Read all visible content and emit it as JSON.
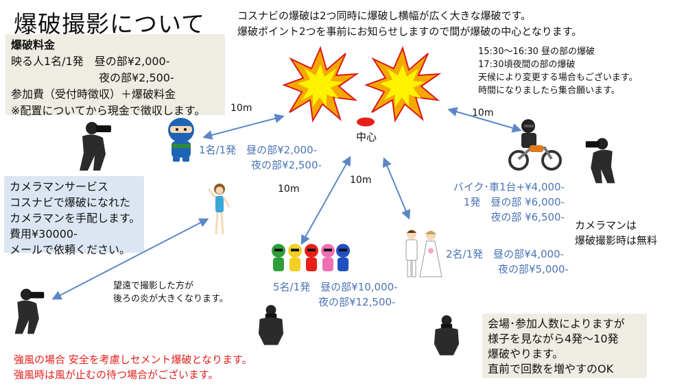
{
  "title": "爆破撮影について",
  "intro": [
    "コスナビの爆破は2つ同時に爆破し横幅が広く大きな爆破です。",
    "爆破ポイント2つを事前にお知らせしますので間が爆破の中心となります。"
  ],
  "schedule": [
    "15:30〜16:30 昼の部の爆破",
    "17:30頃夜間の部の爆破",
    "天候により変更する場合もございます。",
    "時間になりましたら集合願います。"
  ],
  "fee_box": {
    "heading": "爆破料金",
    "lines": [
      "映る人1名/1発　昼の部¥2,000-",
      "　　　　　　　　夜の部¥2,500-",
      "参加費（受付時徴収）＋爆破料金",
      "※配置についてから現金で徴収します。"
    ]
  },
  "camera_service": {
    "lines": [
      "カメラマンサービス",
      "コスナビで爆破になれた",
      "カメラマンを手配します。",
      "費用¥30000-",
      "メールで依頼ください。"
    ]
  },
  "center_label": "中心",
  "distances": {
    "ninja": "10m",
    "bike": "10m",
    "rangers": "10m",
    "couple": "10m"
  },
  "pricing": {
    "ninja": [
      "1名/1発　昼の部¥2,000-",
      "夜の部¥2,500-"
    ],
    "rangers": [
      "5名/1発　昼の部¥10,000-",
      "夜の部¥12,500-"
    ],
    "couple": [
      "2名/1発　昼の部¥4,000-",
      "夜の部¥5,000-"
    ],
    "bike": [
      "バイク･車1台+¥4,000-",
      "1発　昼の部 ¥6,000-",
      "夜の部 ¥6,500-"
    ]
  },
  "cameraman_free": [
    "カメラマンは",
    "爆破撮影時は無料"
  ],
  "telephoto_tip": [
    "望遠で撮影した方が",
    "後ろの炎が大きくなります。"
  ],
  "wind_warning": [
    "強風の場合 安全を考慮しセメント爆破となります。",
    "強風時は風が止むの待つ場合がございます。"
  ],
  "bottom_note": [
    "会場･参加人数によりますが",
    "様子を見ながら4発〜10発",
    "爆破やります。",
    "直前で回数を増やすのOK"
  ],
  "colors": {
    "explosion_outer": "#f5a800",
    "explosion_inner": "#fff200",
    "center_dot": "#e8201a",
    "arrow": "#5b87c5",
    "price_text": "#4a73b5",
    "warning_text": "#e0201a"
  },
  "icons": [
    "explosion-icon",
    "ninja-icon",
    "cameraman-icon",
    "girl-icon",
    "rangers-icon",
    "couple-icon",
    "biker-icon"
  ]
}
